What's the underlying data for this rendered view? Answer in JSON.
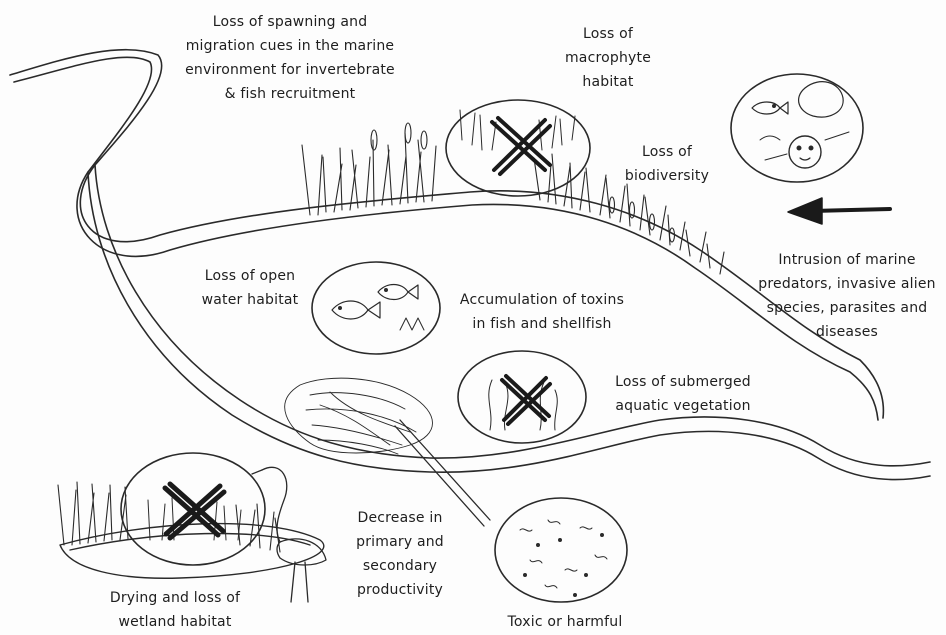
{
  "labels": {
    "spawning": [
      "Loss of spawning and",
      "migration cues in the marine",
      "environment for invertebrate",
      "& fish recruitment"
    ],
    "macrophyte": [
      "Loss of",
      "macrophyte",
      "habitat"
    ],
    "biodiversity": [
      "Loss of",
      "biodiversity"
    ],
    "intrusion": [
      "Intrusion of marine",
      "predators, invasive alien",
      "species, parasites and",
      "diseases"
    ],
    "open_water": [
      "Loss of open",
      "water habitat"
    ],
    "toxins": [
      "Accumulation of toxins",
      "in fish and shellfish"
    ],
    "submerged": [
      "Loss of submerged",
      "aquatic vegetation"
    ],
    "productivity": [
      "Decrease in",
      "primary and",
      "secondary",
      "productivity"
    ],
    "wetland": [
      "Drying and loss of",
      "wetland habitat"
    ],
    "algae": [
      "Toxic or harmful"
    ]
  },
  "colors": {
    "ink": "#2a2a2a",
    "paper": "#fdfdfd"
  }
}
